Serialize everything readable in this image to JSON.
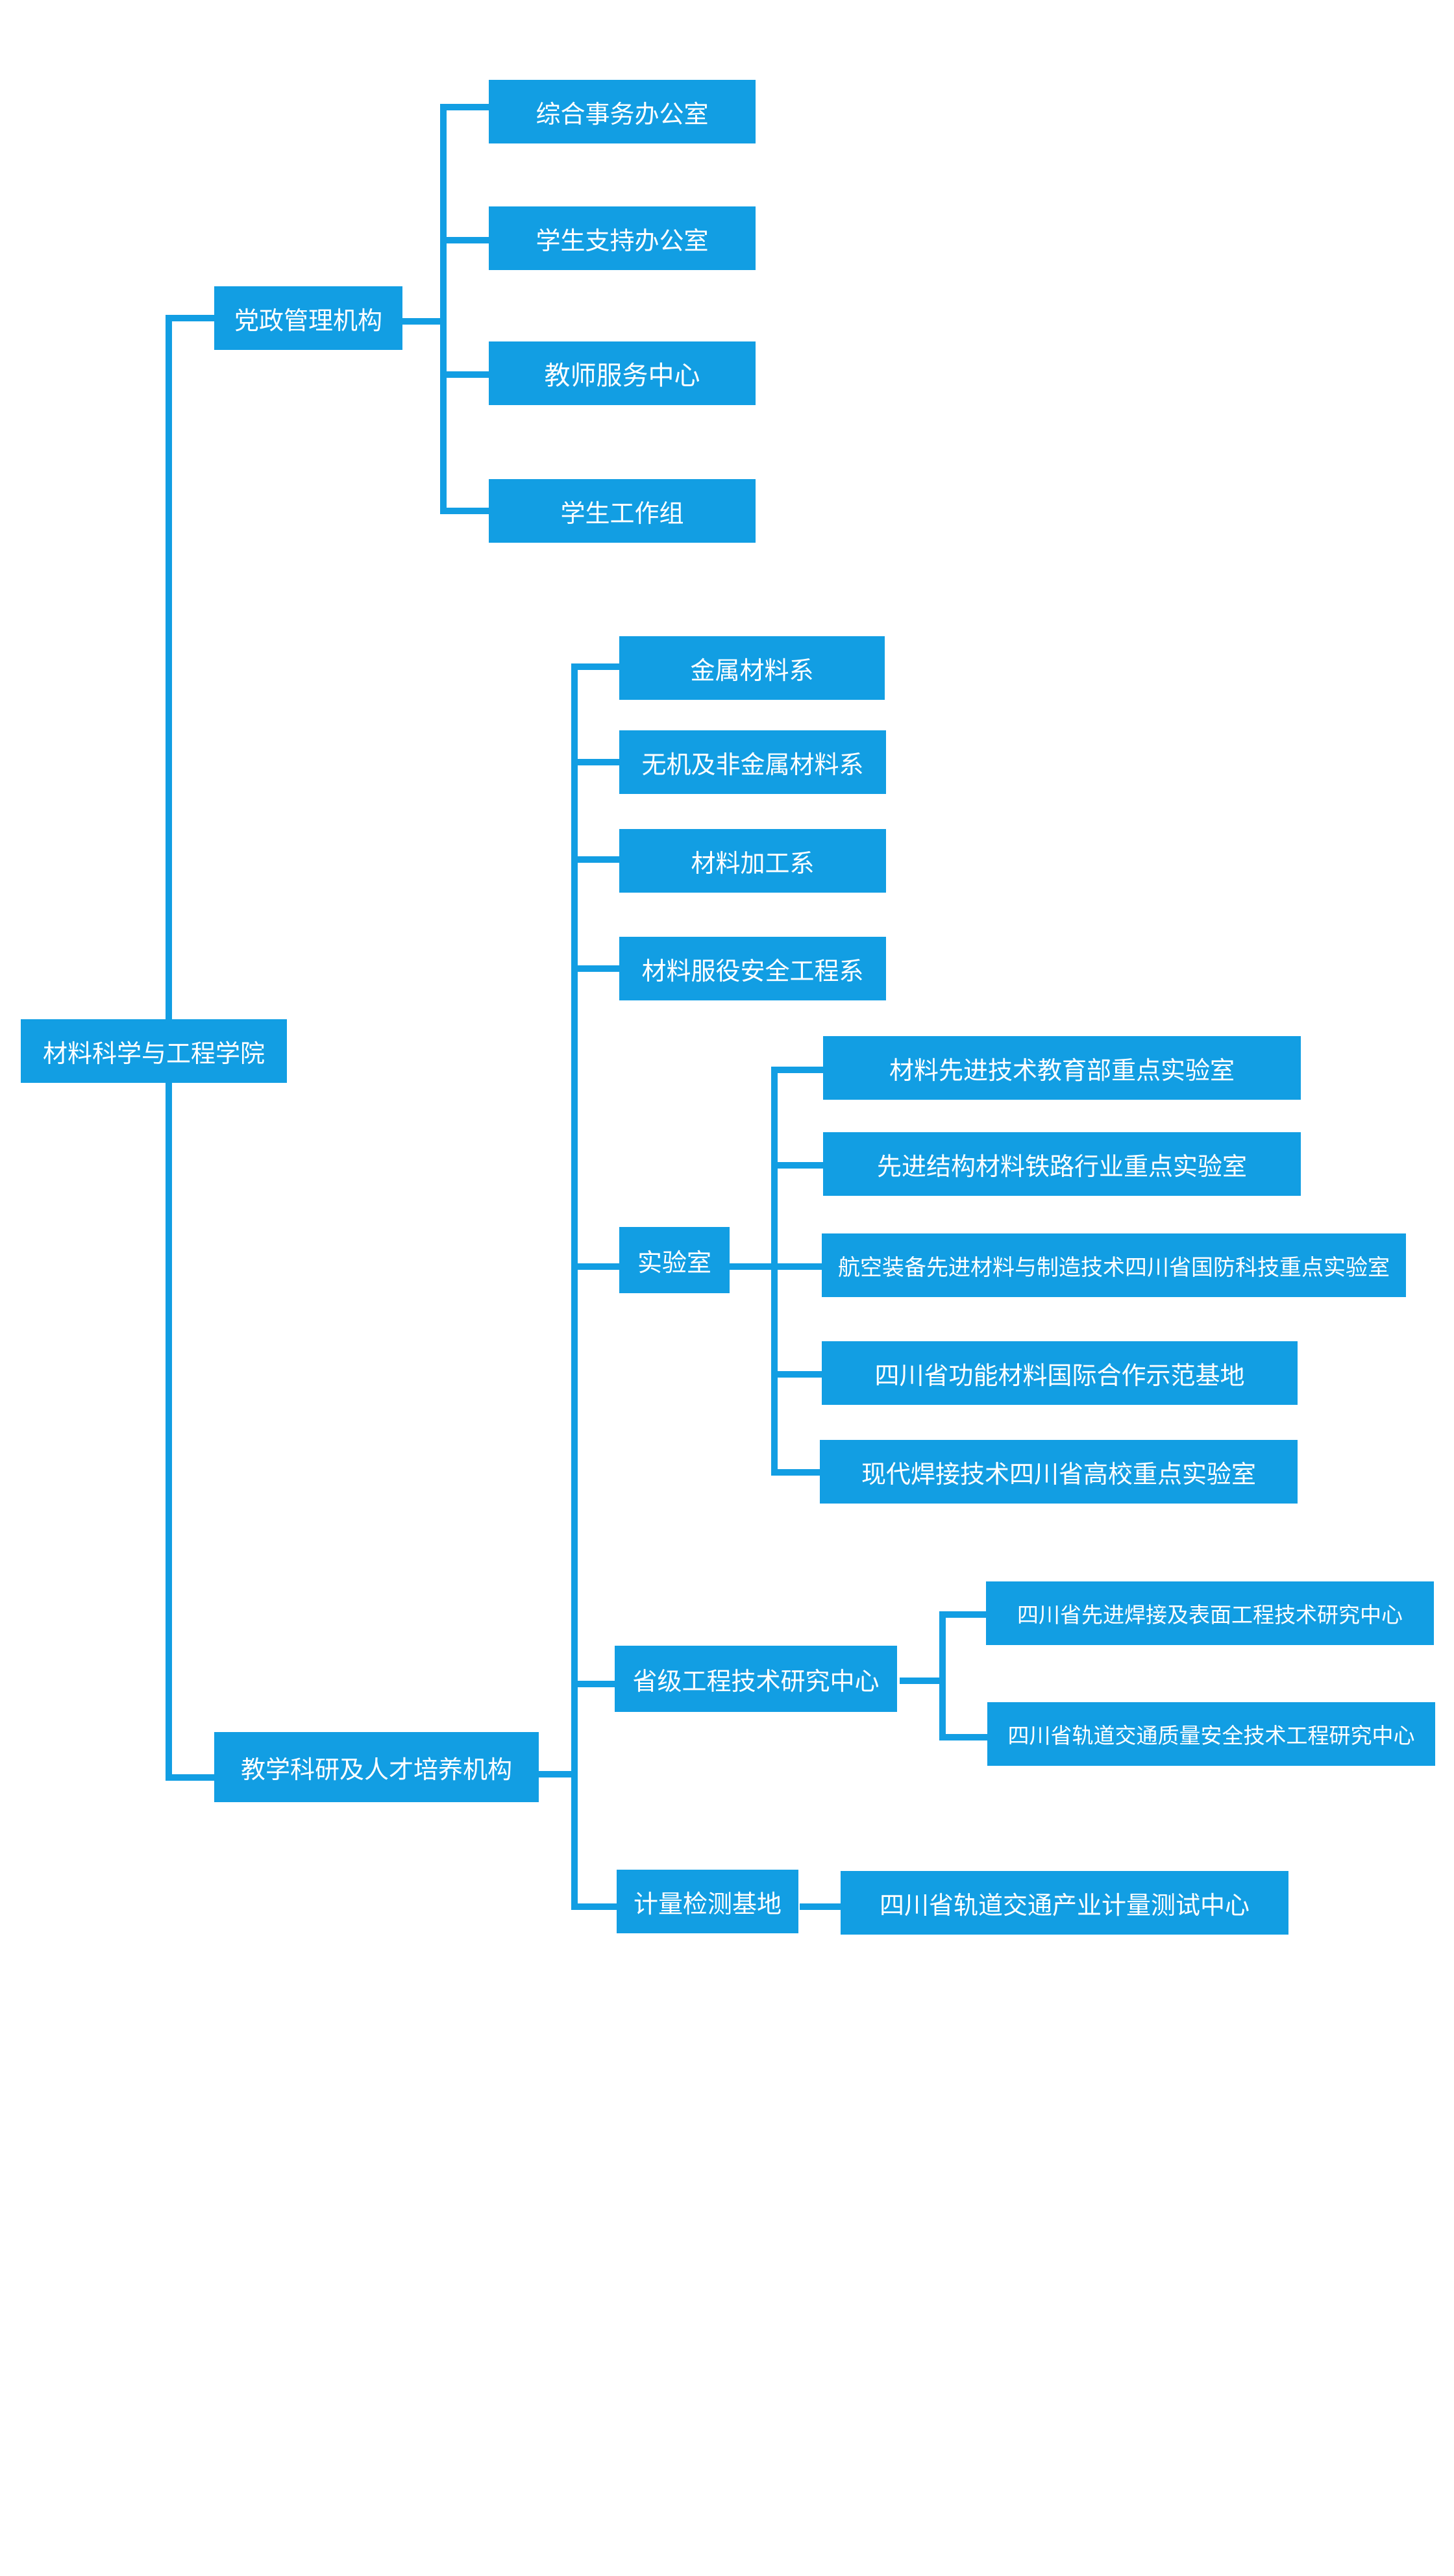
{
  "colors": {
    "node_fill": "#129ee3",
    "node_text": "#ffffff",
    "connector": "#129ee3",
    "background": "#ffffff"
  },
  "root": {
    "label": "材料科学与工程学院"
  },
  "admin": {
    "label": "党政管理机构",
    "children": [
      "综合事务办公室",
      "学生支持办公室",
      "教师服务中心",
      "学生工作组"
    ]
  },
  "teaching": {
    "label": "教学科研及人才培养机构",
    "departments": [
      "金属材料系",
      "无机及非金属材料系",
      "材料加工系",
      "材料服役安全工程系"
    ],
    "labs": {
      "label": "实验室",
      "children": [
        "材料先进技术教育部重点实验室",
        "先进结构材料铁路行业重点实验室",
        "航空装备先进材料与制造技术四川省国防科技重点实验室",
        "四川省功能材料国际合作示范基地",
        "现代焊接技术四川省高校重点实验室"
      ]
    },
    "provincial": {
      "label": "省级工程技术研究中心",
      "children": [
        "四川省先进焊接及表面工程技术研究中心",
        "四川省轨道交通质量安全技术工程研究中心"
      ]
    },
    "metrology": {
      "label": "计量检测基地",
      "children": [
        "四川省轨道交通产业计量测试中心"
      ]
    }
  }
}
